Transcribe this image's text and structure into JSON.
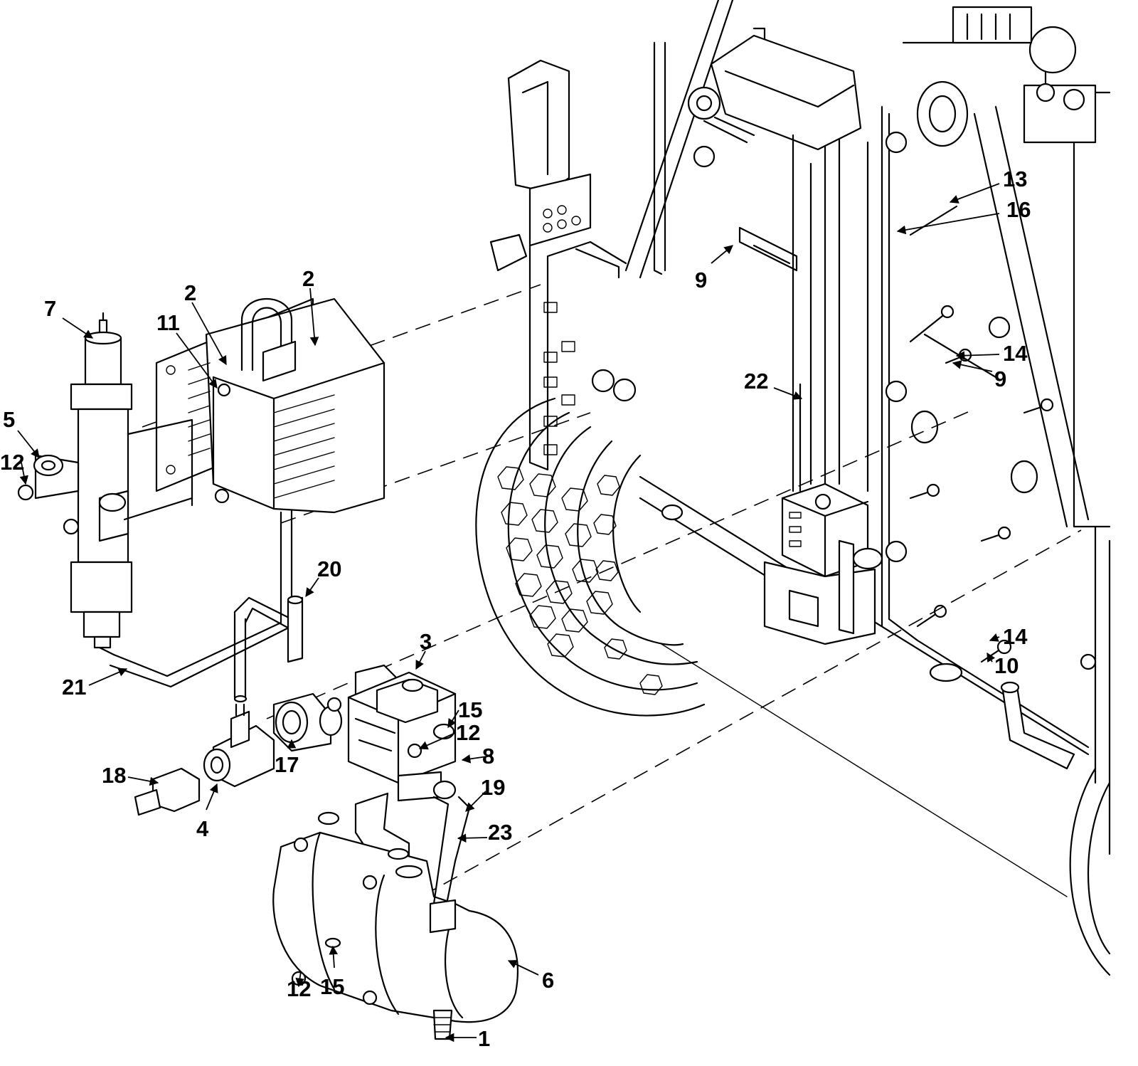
{
  "callouts": {
    "c1": "1",
    "c2a": "2",
    "c2b": "2",
    "c3": "3",
    "c4": "4",
    "c5": "5",
    "c6": "6",
    "c7": "7",
    "c8": "8",
    "c9a": "9",
    "c9b": "9",
    "c10": "10",
    "c11": "11",
    "c12a": "12",
    "c12b": "12",
    "c12c": "12",
    "c13": "13",
    "c14a": "14",
    "c14b": "14",
    "c15a": "15",
    "c15b": "15",
    "c16": "16",
    "c17": "17",
    "c18": "18",
    "c19": "19",
    "c20": "20",
    "c21": "21",
    "c22": "22",
    "c23": "23"
  },
  "colors": {
    "line": "#000000",
    "background": "#ffffff"
  }
}
